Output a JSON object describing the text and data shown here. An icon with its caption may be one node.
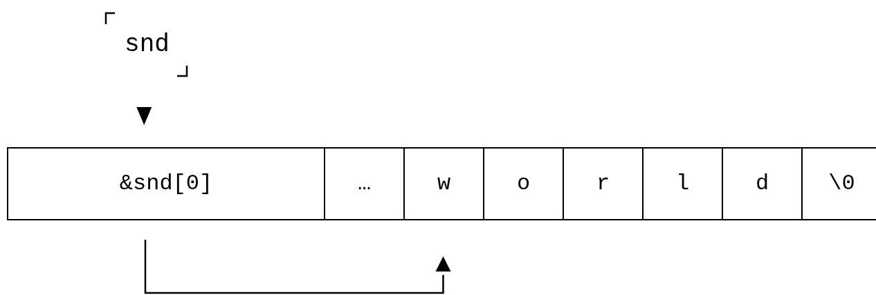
{
  "diagram": {
    "nodes": [
      {
        "text": [
          "snd"
        ]
      },
      {
        "text": [
          "&snd[0]"
        ]
      },
      {
        "text": [
          "…"
        ]
      },
      {
        "text": [
          "w"
        ]
      },
      {
        "text": [
          "o"
        ]
      },
      {
        "text": [
          "r"
        ]
      },
      {
        "text": [
          "l"
        ]
      },
      {
        "text": [
          "d"
        ]
      },
      {
        "text": [
          "\\0"
        ]
      }
    ],
    "edges": [
      {
        "from": 0,
        "to": 1,
        "arrow": "to"
      },
      {
        "from": 1,
        "to": 3,
        "arrow": "to"
      }
    ]
  }
}
